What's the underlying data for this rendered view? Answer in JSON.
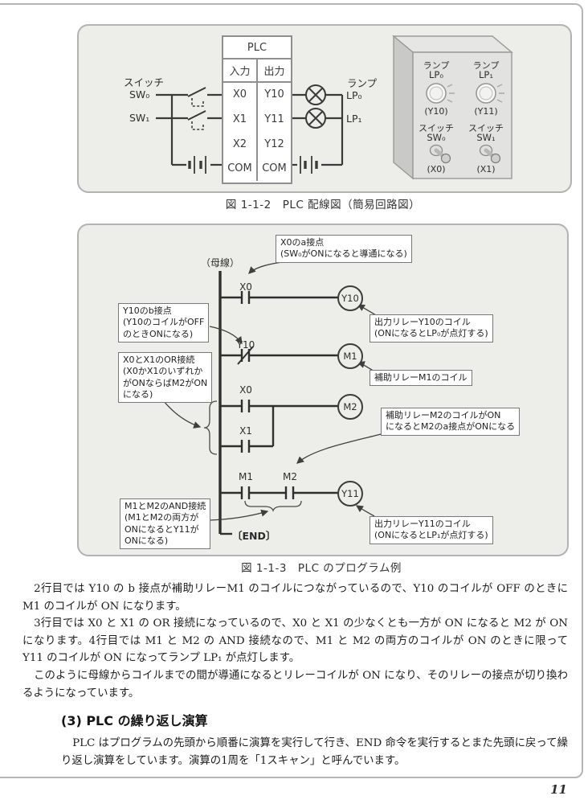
{
  "page": {
    "number": "11"
  },
  "fig1": {
    "caption": "図 1-1-2　PLC 配線図（簡易回路図）",
    "switch_group": "スイッチ",
    "lamp_group": "ランプ",
    "sw0": "SW₀",
    "sw1": "SW₁",
    "lp0": "LP₀",
    "lp1": "LP₁",
    "plc": {
      "title": "PLC",
      "in": "入力",
      "out": "出力",
      "in_rows": [
        "X0",
        "X1",
        "X2",
        "COM"
      ],
      "out_rows": [
        "Y10",
        "Y11",
        "Y12",
        "COM"
      ]
    },
    "panel": {
      "lamp0_type": "ランプ",
      "lamp0_name": "LP₀",
      "lamp0_term": "(Y10)",
      "lamp1_type": "ランプ",
      "lamp1_name": "LP₁",
      "lamp1_term": "(Y11)",
      "sw0_type": "スイッチ",
      "sw0_name": "SW₀",
      "sw0_term": "(X0)",
      "sw1_type": "スイッチ",
      "sw1_name": "SW₁",
      "sw1_term": "(X1)"
    }
  },
  "fig2": {
    "caption": "図 1-1-3　PLC のプログラム例",
    "bus_label": "（母線）",
    "end_label": "〔END〕",
    "contact_labels": {
      "r1_x0": "X0",
      "r2_y10": "Y10",
      "r3_x0": "X0",
      "r3_x1": "X1",
      "r4_m1": "M1",
      "r4_m2": "M2"
    },
    "coil_labels": {
      "r1": "Y10",
      "r2": "M1",
      "r3": "M2",
      "r4": "Y11"
    },
    "ann": {
      "x0a": [
        "X0のa接点",
        "(SW₀がONになると導通になる)"
      ],
      "y10b": [
        "Y10のb接点",
        "(Y10のコイルがOFF",
        "のときONになる)"
      ],
      "y10coil": [
        "出力リレーY10のコイル",
        "(ONになるとLP₀が点灯する)"
      ],
      "or": [
        "X0とX1のOR接続",
        "(X0かX1のいずれか",
        "がONならばM2がON",
        "になる)"
      ],
      "m1coil": [
        "補助リレーM1のコイル"
      ],
      "m2coil": [
        "補助リレーM2のコイルがON",
        "になるとM2のa接点がONになる"
      ],
      "and": [
        "M1とM2のAND接続",
        "(M1とM2の両方が",
        "ONになるとY11が",
        "ONになる)"
      ],
      "y11coil": [
        "出力リレーY11のコイル",
        "(ONになるとLP₁が点灯する)"
      ]
    }
  },
  "text": {
    "p1": "2行目では Y10 の b 接点が補助リレーM1 のコイルにつながっているので、Y10 のコイルが OFF のときに M1 のコイルが ON になります。",
    "p2": "3行目では X0 と X1 の OR 接続になっているので、X0 と X1 の少なくとも一方が ON になると M2 が ON になります。4行目では M1 と M2 の AND 接続なので、M1 と M2 の両方のコイルが ON のときに限って Y11 のコイルが ON になってランプ LP₁ が点灯します。",
    "p3": "このように母線からコイルまでの間が導通になるとリレーコイルが ON になり、そのリレーの接点が切り換わるようになっています。",
    "h3": "(3) PLC の繰り返し演算",
    "p4": "PLC はプログラムの先頭から順番に演算を実行して行き、END 命令を実行するとまた先頭に戻って繰り返し演算をしています。演算の1周を「1スキャン」と呼んでいます。"
  },
  "colors": {
    "figure_bg": "#ededea",
    "line": "#3a3a3a",
    "frame": "#b5b5b5"
  }
}
